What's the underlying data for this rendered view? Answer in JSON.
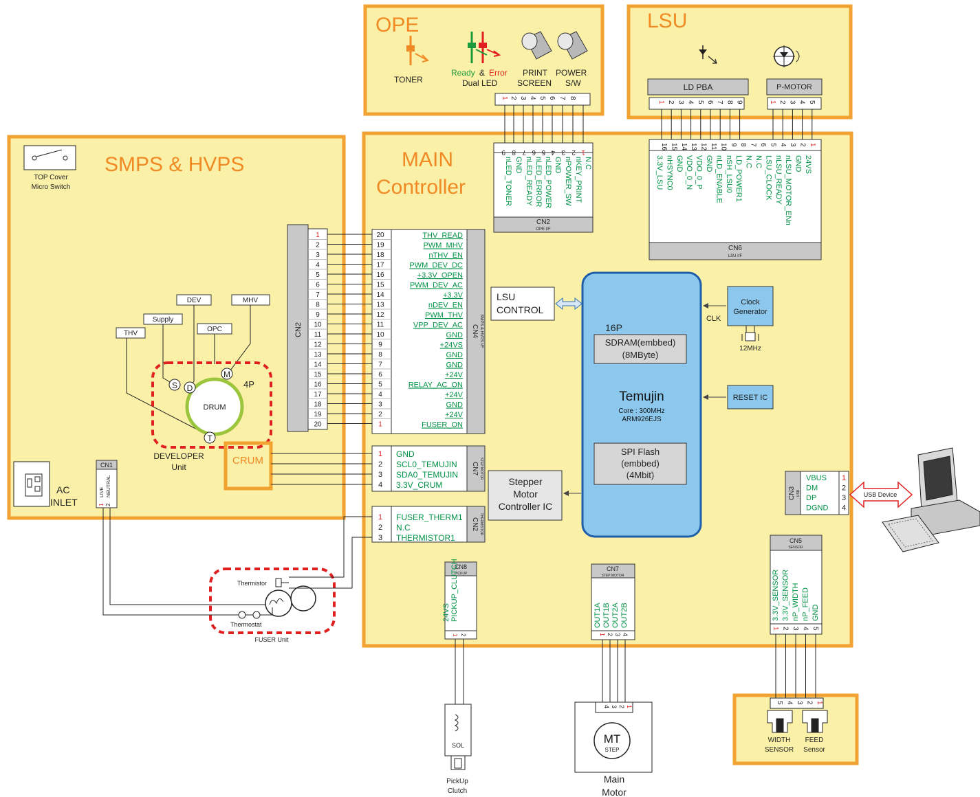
{
  "colors": {
    "panel_fill": "#FAF0A8",
    "panel_border": "#F2A230",
    "title_orange": "#F08A24",
    "signal_green": "#009245",
    "pin_red": "#E02020",
    "chip_blue": "#8CC8EE",
    "chip_stroke": "#1F5FAA",
    "header_gray": "#C8C8C8",
    "dashed_red": "#E02020",
    "drum_ring": "#9BC53D"
  },
  "ope": {
    "title": "OPE",
    "toner_label": "TONER",
    "led_ready": "Ready",
    "led_amp": "&",
    "led_error": "Error",
    "led_dual": "Dual LED",
    "print_screen_1": "PRINT",
    "print_screen_2": "SCREEN",
    "power_1": "POWER",
    "power_2": "S/W",
    "pins": [
      "1",
      "2",
      "3",
      "4",
      "5",
      "6",
      "7",
      "8"
    ]
  },
  "lsu": {
    "title": "LSU",
    "ld_pba": "LD PBA",
    "p_motor": "P-MOTOR",
    "ld_pins": [
      "1",
      "2",
      "3",
      "4",
      "5",
      "6",
      "7",
      "8",
      "9"
    ],
    "motor_pins": [
      "1",
      "2",
      "3",
      "4",
      "5"
    ]
  },
  "smps": {
    "title": "SMPS & HVPS",
    "top_cover_1": "TOP Cover",
    "top_cover_2": "Micro Switch",
    "cn2_label": "CN2",
    "dev": "DEV",
    "mhv": "MHV",
    "supply": "Supply",
    "opc": "OPC",
    "thv": "THV",
    "drum": "DRUM",
    "s": "S",
    "d": "D",
    "m": "M",
    "t": "T",
    "four_p": "4P",
    "developer_1": "DEVELOPER",
    "developer_2": "Unit",
    "crum": "CRUM",
    "ac_1": "AC",
    "ac_2": "INLET",
    "cn1": "CN1",
    "cn1_live": "LIVE",
    "cn1_neutral": "NEUTRAL",
    "cn1_pins": [
      "1",
      "2"
    ],
    "cn2_pins": [
      "1",
      "2",
      "3",
      "4",
      "5",
      "6",
      "7",
      "8",
      "9",
      "10",
      "11",
      "12",
      "13",
      "14",
      "15",
      "16",
      "17",
      "18",
      "19",
      "20"
    ]
  },
  "main": {
    "title_1": "MAIN",
    "title_2": "Controller",
    "cn4_label": "CN4",
    "cn4_sub": "SMPS & HVPS I/F",
    "cn4_rows": [
      {
        "pin": "20",
        "sig": "THV_READ"
      },
      {
        "pin": "19",
        "sig": "PWM_MHV"
      },
      {
        "pin": "18",
        "sig": "nTHV_EN"
      },
      {
        "pin": "17",
        "sig": "PWM_DEV_DC"
      },
      {
        "pin": "16",
        "sig": "+3.3V_OPEN"
      },
      {
        "pin": "15",
        "sig": "PWM_DEV_AC"
      },
      {
        "pin": "14",
        "sig": "+3.3V"
      },
      {
        "pin": "13",
        "sig": "nDEV_EN"
      },
      {
        "pin": "12",
        "sig": "PWM_THV"
      },
      {
        "pin": "11",
        "sig": "VPP_DEV_AC"
      },
      {
        "pin": "10",
        "sig": "GND"
      },
      {
        "pin": "9",
        "sig": "+24VS"
      },
      {
        "pin": "8",
        "sig": "GND"
      },
      {
        "pin": "7",
        "sig": "GND"
      },
      {
        "pin": "6",
        "sig": "+24V"
      },
      {
        "pin": "5",
        "sig": "RELAY_AC_ON"
      },
      {
        "pin": "4",
        "sig": "+24V"
      },
      {
        "pin": "3",
        "sig": "GND"
      },
      {
        "pin": "2",
        "sig": "+24V"
      },
      {
        "pin": "1",
        "sig": "FUSER_ON"
      }
    ],
    "cn7a_label": "CN7",
    "cn7a_sub": "STEP MOTOR",
    "cn7a_rows": [
      {
        "pin": "1",
        "sig": "GND"
      },
      {
        "pin": "2",
        "sig": "SCL0_TEMUJIN"
      },
      {
        "pin": "3",
        "sig": "SDA0_TEMUJIN"
      },
      {
        "pin": "4",
        "sig": "3.3V_CRUM"
      }
    ],
    "cn2t_label": "CN2",
    "cn2t_sub": "THERMISTOR",
    "cn2t_rows": [
      {
        "pin": "1",
        "sig": "FUSER_THERM1"
      },
      {
        "pin": "2",
        "sig": "N.C"
      },
      {
        "pin": "3",
        "sig": "THERMISTOR1"
      }
    ],
    "cn2_ope_label": "CN2",
    "cn2_ope_sub": "OPE I/F",
    "cn2_ope_pins": [
      "9",
      "8",
      "7",
      "6",
      "5",
      "4",
      "3",
      "2",
      "1"
    ],
    "cn2_ope_sigs": [
      "nLED_TONER",
      "GND",
      "nLED_READY",
      "nLED_ERROR",
      "nLED_POWER",
      "GND",
      "nPOWER_SW",
      "nKEY_PRINT",
      "N.C"
    ],
    "cn6_label": "CN6",
    "cn6_sub": "LSU I/F",
    "cn6_pins": [
      "16",
      "15",
      "14",
      "13",
      "12",
      "11",
      "10",
      "9",
      "8",
      "7",
      "6",
      "5",
      "4",
      "3",
      "2",
      "1"
    ],
    "cn6_sigs": [
      "3.3V_LSU",
      "nHSYNC0",
      "GND",
      "VDO_0_N",
      "VDO_0_P",
      "GND",
      "nLD_ENABLE",
      "nSH_LSU0",
      "LD_POWER1",
      "N.C",
      "N.C",
      "LSU_CLOCK",
      "nLSU_READY",
      "nLSU_MOTOR_ENn",
      "GND",
      "24VS"
    ],
    "lsu_control_1": "LSU",
    "lsu_control_2": "CONTROL",
    "clock_1": "Clock",
    "clock_2": "Generator",
    "clk": "CLK",
    "crystal": "12MHz",
    "temujin_16p": "16P",
    "sdram_1": "SDRAM(embbed)",
    "sdram_2": "(8MByte)",
    "temujin": "Temujin",
    "core": "Core : 300MHz",
    "arm": "ARM926EJS",
    "spi_1": "SPI Flash",
    "spi_2": "(embbed)",
    "spi_3": "(4Mbit)",
    "reset_ic": "RESET IC",
    "stepper_1": "Stepper",
    "stepper_2": "Motor",
    "stepper_3": "Controller IC",
    "cn3_label": "CN3",
    "cn3_sub": "USB",
    "cn3_rows": [
      {
        "pin": "1",
        "sig": "VBUS"
      },
      {
        "pin": "2",
        "sig": "DM"
      },
      {
        "pin": "3",
        "sig": "DP"
      },
      {
        "pin": "4",
        "sig": "DGND"
      }
    ],
    "usb_device": "USB Device",
    "cn8_label": "CN8",
    "cn8_sub": "PICKUP",
    "cn8_sigs": [
      "24VS",
      "PICKUP_CLUTCH"
    ],
    "cn8_pins": [
      "1",
      "2"
    ],
    "cn7b_label": "CN7",
    "cn7b_sub": "STEP MOTOR",
    "cn7b_sigs": [
      "OUT1A",
      "OUT1B",
      "OUT2A",
      "OUT2B"
    ],
    "cn7b_pins": [
      "1",
      "2",
      "3",
      "4"
    ],
    "cn5_label": "CN5",
    "cn5_sub": "SENSOR",
    "cn5_sigs": [
      "3.3V_SENSOR",
      "3.3V_SENSOR",
      "nP_WIDTH",
      "nP_FEED",
      "GND"
    ],
    "cn5_pins": [
      "1",
      "2",
      "3",
      "4",
      "5"
    ]
  },
  "fuser": {
    "thermistor": "Thermistor",
    "thermostat": "Thermostat",
    "unit": "FUSER Unit"
  },
  "pickup": {
    "sol": "SOL",
    "label_1": "PickUp",
    "label_2": "Clutch"
  },
  "motor": {
    "mt": "MT",
    "step": "STEP",
    "pins": [
      "4",
      "3",
      "2",
      "1"
    ],
    "label_1": "Main",
    "label_2": "Motor"
  },
  "sensor": {
    "pins": [
      "5",
      "4",
      "3",
      "2",
      "1"
    ],
    "width_1": "WIDTH",
    "width_2": "SENSOR",
    "feed_1": "FEED",
    "feed_2": "Sensor"
  }
}
